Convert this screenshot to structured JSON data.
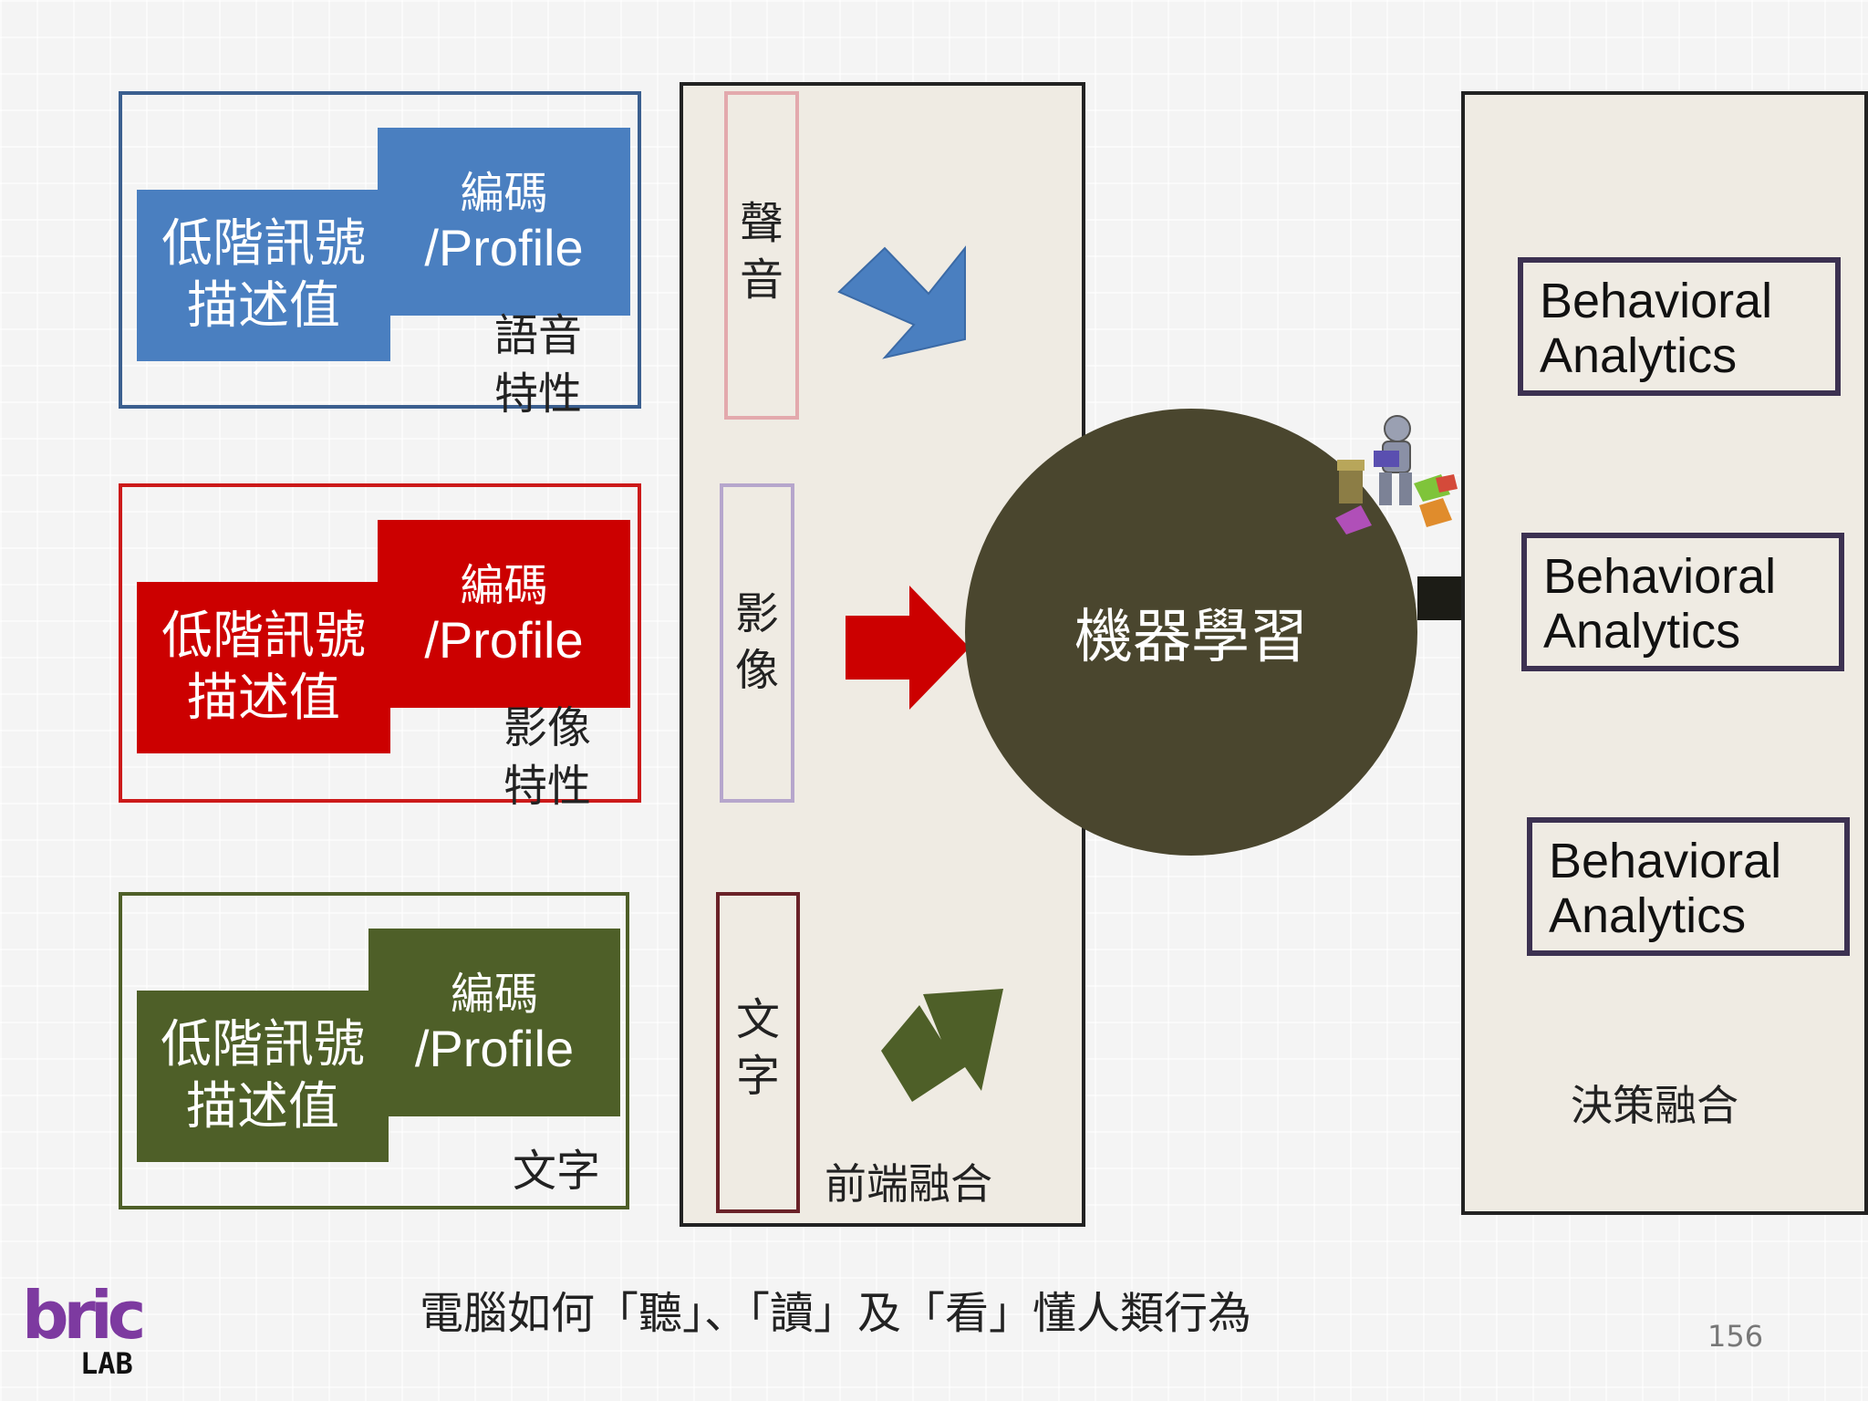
{
  "groups": [
    {
      "low": "低階訊號\n描述值",
      "code_top": "編碼",
      "code_bottom": "/Profile",
      "sub": "語音\n特性"
    },
    {
      "low": "低階訊號\n描述值",
      "code_top": "編碼",
      "code_bottom": "/Profile",
      "sub": "影像\n特性"
    },
    {
      "low": "低階訊號\n描述值",
      "code_top": "編碼",
      "code_bottom": "/Profile",
      "sub": "文字"
    }
  ],
  "modalities": [
    "聲\n音",
    "影\n像",
    "文\n字"
  ],
  "front_fusion_label": "前端融合",
  "ml_label": "機器學習",
  "behavioral": [
    "Behavioral\nAnalytics",
    "Behavioral\nAnalytics",
    "Behavioral\nAnalytics"
  ],
  "decision_fusion_label": "決策融合",
  "caption": "電腦如何「聽」、「讀」及「看」懂人類行為",
  "page_number": "156",
  "logo": {
    "top": "bric",
    "bottom": "LAB"
  },
  "colors": {
    "blue": "#4a7fc0",
    "red": "#cc0000",
    "green": "#4e5f28",
    "circle": "#4a462e",
    "dark_border": "#3c3151"
  }
}
